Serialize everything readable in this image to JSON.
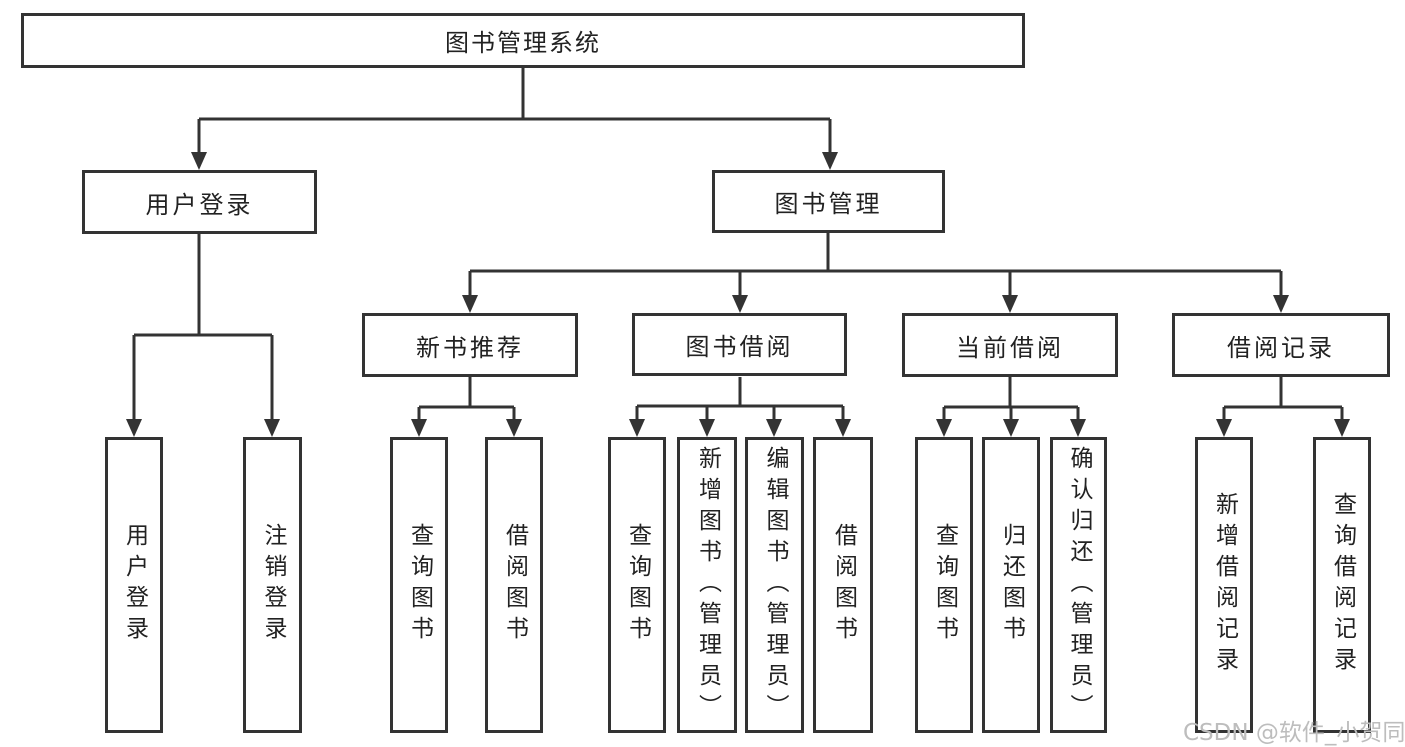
{
  "diagram": {
    "root": {
      "label": "图书管理系统"
    },
    "branches": [
      {
        "label": "用户登录",
        "children": [
          {
            "label": "用户登录"
          },
          {
            "label": "注销登录"
          }
        ]
      },
      {
        "label": "图书管理",
        "children": [
          {
            "label": "新书推荐",
            "children": [
              {
                "label": "查询图书"
              },
              {
                "label": "借阅图书"
              }
            ]
          },
          {
            "label": "图书借阅",
            "children": [
              {
                "label": "查询图书"
              },
              {
                "label": "新增图书（管理员）"
              },
              {
                "label": "编辑图书（管理员）"
              },
              {
                "label": "借阅图书"
              }
            ]
          },
          {
            "label": "当前借阅",
            "children": [
              {
                "label": "查询图书"
              },
              {
                "label": "归还图书"
              },
              {
                "label": "确认归还（管理员）"
              }
            ]
          },
          {
            "label": "借阅记录",
            "children": [
              {
                "label": "新增借阅记录"
              },
              {
                "label": "查询借阅记录"
              }
            ]
          }
        ]
      }
    ]
  },
  "watermark": {
    "text": "CSDN @软件_小贺同学"
  },
  "colors": {
    "line": "#333333",
    "text": "#222222",
    "watermark": "#bdbdbd",
    "background": "#ffffff"
  }
}
